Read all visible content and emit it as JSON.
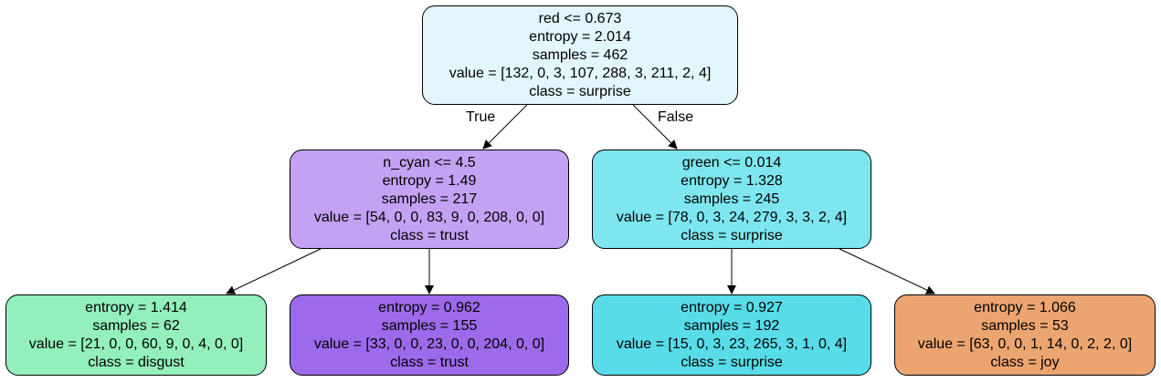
{
  "tree": {
    "nodes": [
      {
        "id": "n0",
        "color": "#e2f6fb",
        "lines": [
          "red <= 0.673",
          "entropy = 2.014",
          "samples = 462",
          "value = [132, 0, 3, 107, 288, 3, 211, 2, 4]",
          "class = surprise"
        ]
      },
      {
        "id": "n1",
        "color": "#c3a2f3",
        "lines": [
          "n_cyan <= 4.5",
          "entropy = 1.49",
          "samples = 217",
          "value = [54, 0, 0, 83, 9, 0, 208, 0, 0]",
          "class = trust"
        ]
      },
      {
        "id": "n2",
        "color": "#7ee6ef",
        "lines": [
          "green <= 0.014",
          "entropy = 1.328",
          "samples = 245",
          "value = [78, 0, 3, 24, 279, 3, 3, 2, 4]",
          "class = surprise"
        ]
      },
      {
        "id": "n3",
        "color": "#93f0bd",
        "lines": [
          "entropy = 1.414",
          "samples = 62",
          "value = [21, 0, 0, 60, 9, 0, 4, 0, 0]",
          "class = disgust"
        ]
      },
      {
        "id": "n4",
        "color": "#9d6aeb",
        "lines": [
          "entropy = 0.962",
          "samples = 155",
          "value = [33, 0, 0, 23, 0, 0, 204, 0, 0]",
          "class = trust"
        ]
      },
      {
        "id": "n5",
        "color": "#58dce9",
        "lines": [
          "entropy = 0.927",
          "samples = 192",
          "value = [15, 0, 3, 23, 265, 3, 1, 0, 4]",
          "class = surprise"
        ]
      },
      {
        "id": "n6",
        "color": "#eca571",
        "lines": [
          "entropy = 1.066",
          "samples = 53",
          "value = [63, 0, 0, 1, 14, 0, 2, 2, 0]",
          "class = joy"
        ]
      }
    ],
    "edges": [
      {
        "from": "n0",
        "to": "n1",
        "label": "True"
      },
      {
        "from": "n0",
        "to": "n2",
        "label": "False"
      },
      {
        "from": "n1",
        "to": "n3",
        "label": ""
      },
      {
        "from": "n1",
        "to": "n4",
        "label": ""
      },
      {
        "from": "n2",
        "to": "n5",
        "label": ""
      },
      {
        "from": "n2",
        "to": "n6",
        "label": ""
      }
    ]
  }
}
